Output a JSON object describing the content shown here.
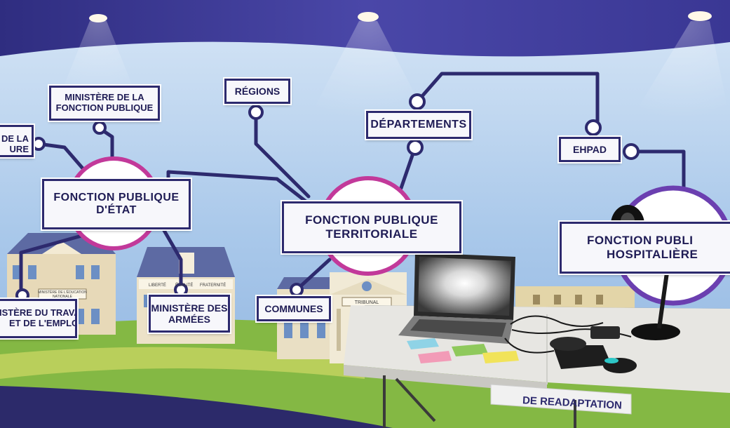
{
  "labels": {
    "ministere_culture": [
      "E DE LA",
      "URE"
    ],
    "ministere_fonction_publique": [
      "MINISTÈRE DE LA",
      "FONCTION PUBLIQUE"
    ],
    "regions": "RÉGIONS",
    "departements": "DÉPARTEMENTS",
    "ehpad": "EHPAD",
    "fonction_publique_etat": [
      "FONCTION PUBLIQUE",
      "D'ÉTAT"
    ],
    "fonction_publique_territoriale": [
      "FONCTION PUBLIQUE",
      "TERRITORIALE"
    ],
    "fonction_publique_hospitaliere": [
      "FONCTION PUBLI",
      "HOSPITALIÈRE"
    ],
    "ministere_travail": [
      "ISTÈRE DU TRAVAIL",
      "ET DE L'EMPLOI"
    ],
    "ministere_armees": [
      "MINISTÈRE DES",
      "ARMÉES"
    ],
    "communes": "COMMUNES",
    "readaptation": "DE READAPTATION"
  },
  "building_signs": {
    "ministere_education": [
      "MINISTÈRE DE L'ÉDUCATION",
      "NATIONALE"
    ],
    "devise": [
      "LIBERTÉ",
      "ÉGALITÉ",
      "FRATERNITÉ"
    ],
    "tribunal": "TRIBUNAL"
  },
  "colors": {
    "navy": "#2d2a6e",
    "magenta_ring": "#c2399a",
    "purple_ring": "#6b3fb0",
    "sky": "#b8d3ee",
    "banner_top": "#3b3a8f",
    "grass": "#7fb43a",
    "table": "#e7e6e2"
  }
}
